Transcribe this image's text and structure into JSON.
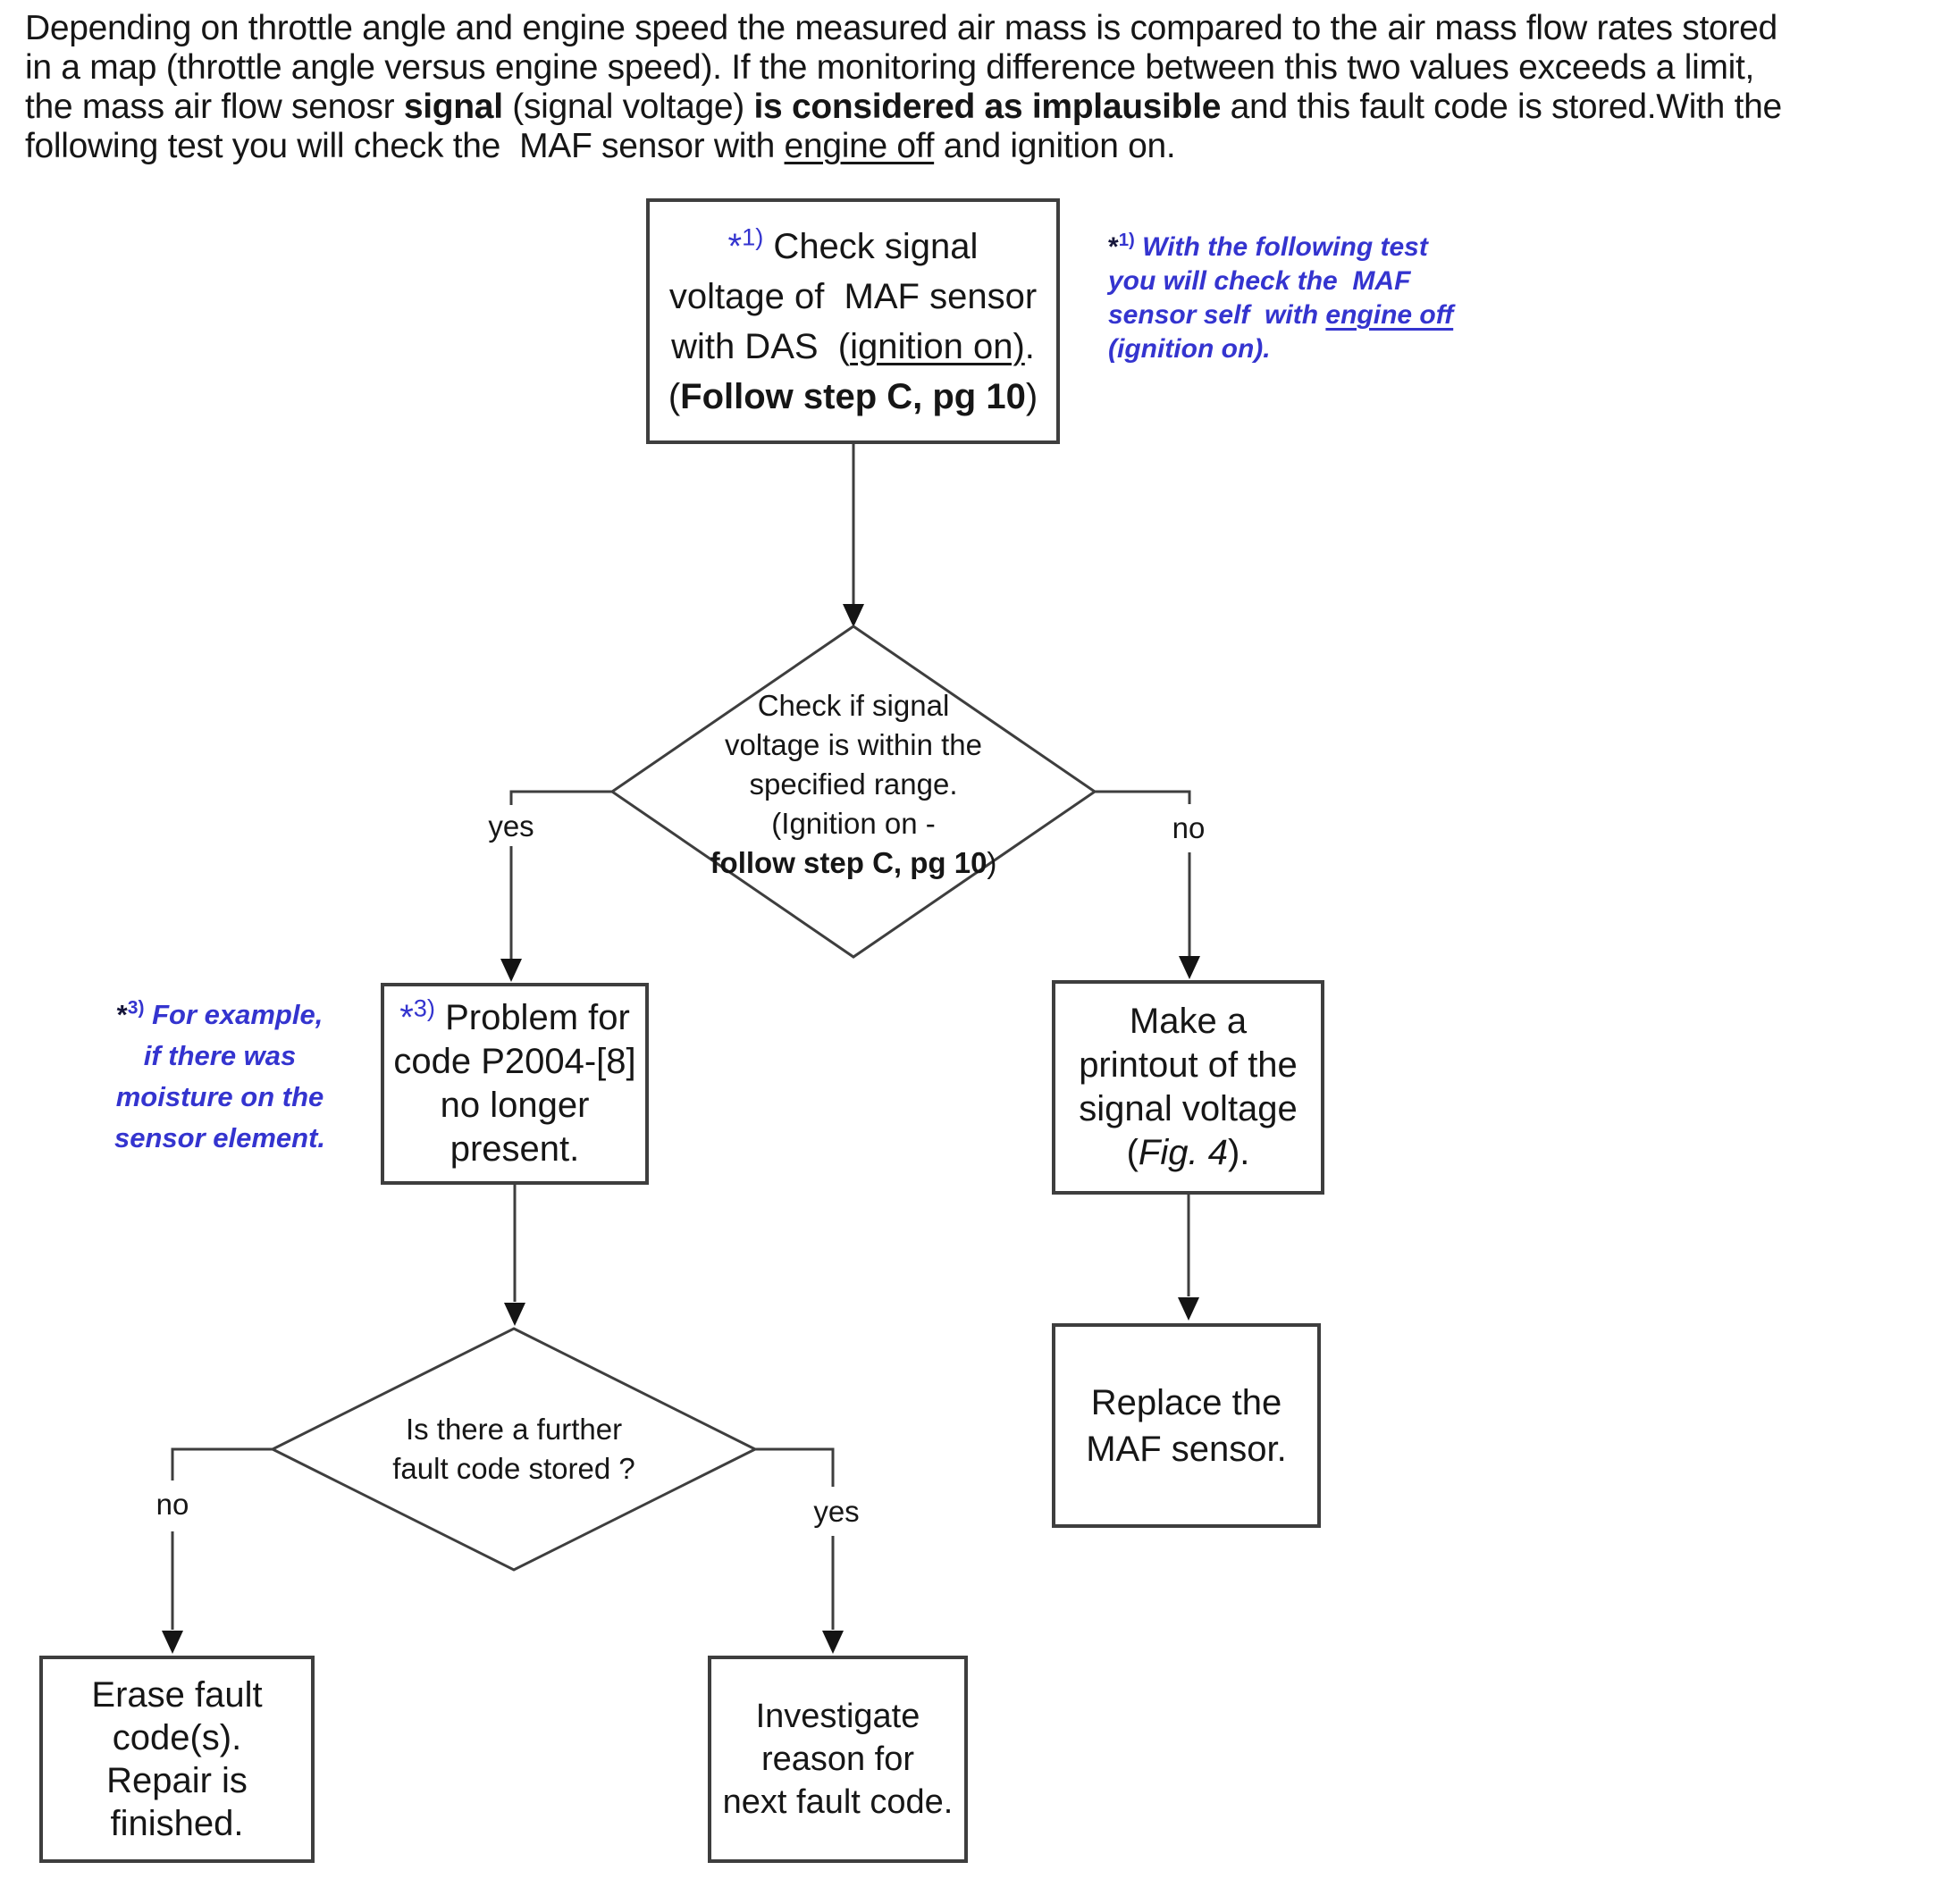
{
  "colors": {
    "blue": "#3434cf",
    "ink": "#161616",
    "line": "#3e3e3e",
    "background": "#ffffff"
  },
  "intro": {
    "lines": [
      [
        {
          "t": "Depending on throttle angle and engine speed the measured air mass is compared to the air mass flow rates stored"
        }
      ],
      [
        {
          "t": "in a map (throttle angle versus engine speed). If the monitoring difference between this two values exceeds a limit,"
        }
      ],
      [
        {
          "t": "the mass air flow senosr "
        },
        {
          "t": "signal",
          "s": "b"
        },
        {
          "t": " (signal voltage) "
        },
        {
          "t": "is considered as implausible",
          "s": "b"
        },
        {
          "t": " and this fault code is stored.With the"
        }
      ],
      [
        {
          "t": "following test you will check the  MAF sensor with "
        },
        {
          "t": "engine off",
          "s": "u"
        },
        {
          "t": " and ignition on."
        }
      ]
    ]
  },
  "flow": {
    "check_box": {
      "lines": [
        [
          {
            "t": "*",
            "s": "blue"
          },
          {
            "t": "1)",
            "s": "blue sup"
          },
          {
            "t": " Check signal"
          }
        ],
        [
          {
            "t": "voltage of  MAF sensor"
          }
        ],
        [
          {
            "t": "with DAS  ("
          },
          {
            "t": "ignition on)",
            "s": "u"
          },
          {
            "t": "."
          }
        ],
        [
          {
            "t": "("
          },
          {
            "t": "Follow step C, pg 10",
            "s": "b"
          },
          {
            "t": ")"
          }
        ]
      ]
    },
    "note1": {
      "lines": [
        [
          {
            "t": "*",
            "s": "black"
          },
          {
            "t": "1)",
            "s": "sup"
          },
          {
            "t": " "
          },
          {
            "t": "With the following test",
            "s": "i"
          }
        ],
        [
          {
            "t": "you will check the  MAF",
            "s": "i"
          }
        ],
        [
          {
            "t": "sensor self  with ",
            "s": "i"
          },
          {
            "t": "engine off",
            "s": "i u"
          }
        ],
        [
          {
            "t": "(ignition on).",
            "s": "i"
          }
        ]
      ]
    },
    "diamond_signal": {
      "lines": [
        [
          {
            "t": "Check if signal"
          }
        ],
        [
          {
            "t": "voltage is within the"
          }
        ],
        [
          {
            "t": "specified range."
          }
        ],
        [
          {
            "t": "(Ignition on -"
          }
        ],
        [
          {
            "t": "follow step C, pg 10",
            "s": "b"
          },
          {
            "t": ")"
          }
        ]
      ]
    },
    "labels": {
      "yes1": "yes",
      "no1": "no",
      "no2": "no",
      "yes2": "yes"
    },
    "note3": {
      "lines": [
        [
          {
            "t": "*",
            "s": "black"
          },
          {
            "t": "3)",
            "s": "sup"
          },
          {
            "t": " "
          },
          {
            "t": "For example,",
            "s": "i"
          }
        ],
        [
          {
            "t": "if there was",
            "s": "i"
          }
        ],
        [
          {
            "t": "moisture on the",
            "s": "i"
          }
        ],
        [
          {
            "t": "sensor element.",
            "s": "i"
          }
        ]
      ]
    },
    "problem_box": {
      "lines": [
        [
          {
            "t": "*",
            "s": "blue"
          },
          {
            "t": "3)",
            "s": "blue sup"
          },
          {
            "t": " Problem for"
          }
        ],
        [
          {
            "t": "code P2004-[8]"
          }
        ],
        [
          {
            "t": "no longer"
          }
        ],
        [
          {
            "t": "present."
          }
        ]
      ]
    },
    "printout_box": {
      "lines": [
        [
          {
            "t": "Make a"
          }
        ],
        [
          {
            "t": "printout of the"
          }
        ],
        [
          {
            "t": "signal voltage"
          }
        ],
        [
          {
            "t": "("
          },
          {
            "t": "Fig. 4",
            "s": "i"
          },
          {
            "t": ")."
          }
        ]
      ]
    },
    "replace_box": {
      "lines": [
        [
          {
            "t": "Replace the"
          }
        ],
        [
          {
            "t": "MAF sensor."
          }
        ]
      ]
    },
    "diamond_fault": {
      "lines": [
        [
          {
            "t": "Is there a further"
          }
        ],
        [
          {
            "t": "fault code stored ?"
          }
        ]
      ]
    },
    "erase_box": {
      "lines": [
        [
          {
            "t": "Erase fault"
          }
        ],
        [
          {
            "t": "code(s)."
          }
        ],
        [
          {
            "t": "Repair is"
          }
        ],
        [
          {
            "t": "finished."
          }
        ]
      ]
    },
    "investigate_box": {
      "lines": [
        [
          {
            "t": "Investigate"
          }
        ],
        [
          {
            "t": "reason for"
          }
        ],
        [
          {
            "t": "next fault code."
          }
        ]
      ]
    }
  }
}
